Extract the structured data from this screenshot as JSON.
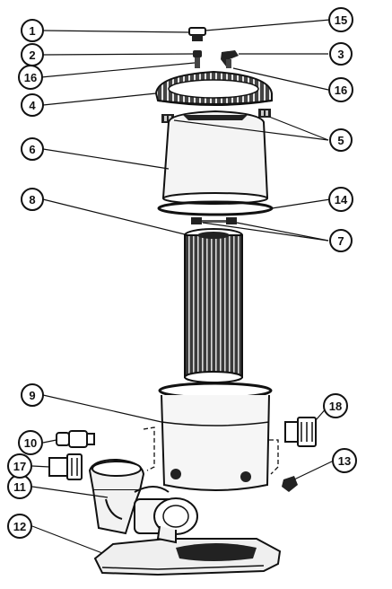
{
  "diagram": {
    "callouts": [
      {
        "id": "c1",
        "label": "1"
      },
      {
        "id": "c2",
        "label": "2"
      },
      {
        "id": "c3",
        "label": "3"
      },
      {
        "id": "c4",
        "label": "4"
      },
      {
        "id": "c5",
        "label": "5"
      },
      {
        "id": "c6",
        "label": "6"
      },
      {
        "id": "c7",
        "label": "7"
      },
      {
        "id": "c8",
        "label": "8"
      },
      {
        "id": "c9",
        "label": "9"
      },
      {
        "id": "c10",
        "label": "10"
      },
      {
        "id": "c11",
        "label": "11"
      },
      {
        "id": "c12",
        "label": "12"
      },
      {
        "id": "c13",
        "label": "13"
      },
      {
        "id": "c14",
        "label": "14"
      },
      {
        "id": "c15",
        "label": "15"
      },
      {
        "id": "c16a",
        "label": "16"
      },
      {
        "id": "c16b",
        "label": "16"
      },
      {
        "id": "c17",
        "label": "17"
      },
      {
        "id": "c18",
        "label": "18"
      }
    ]
  }
}
